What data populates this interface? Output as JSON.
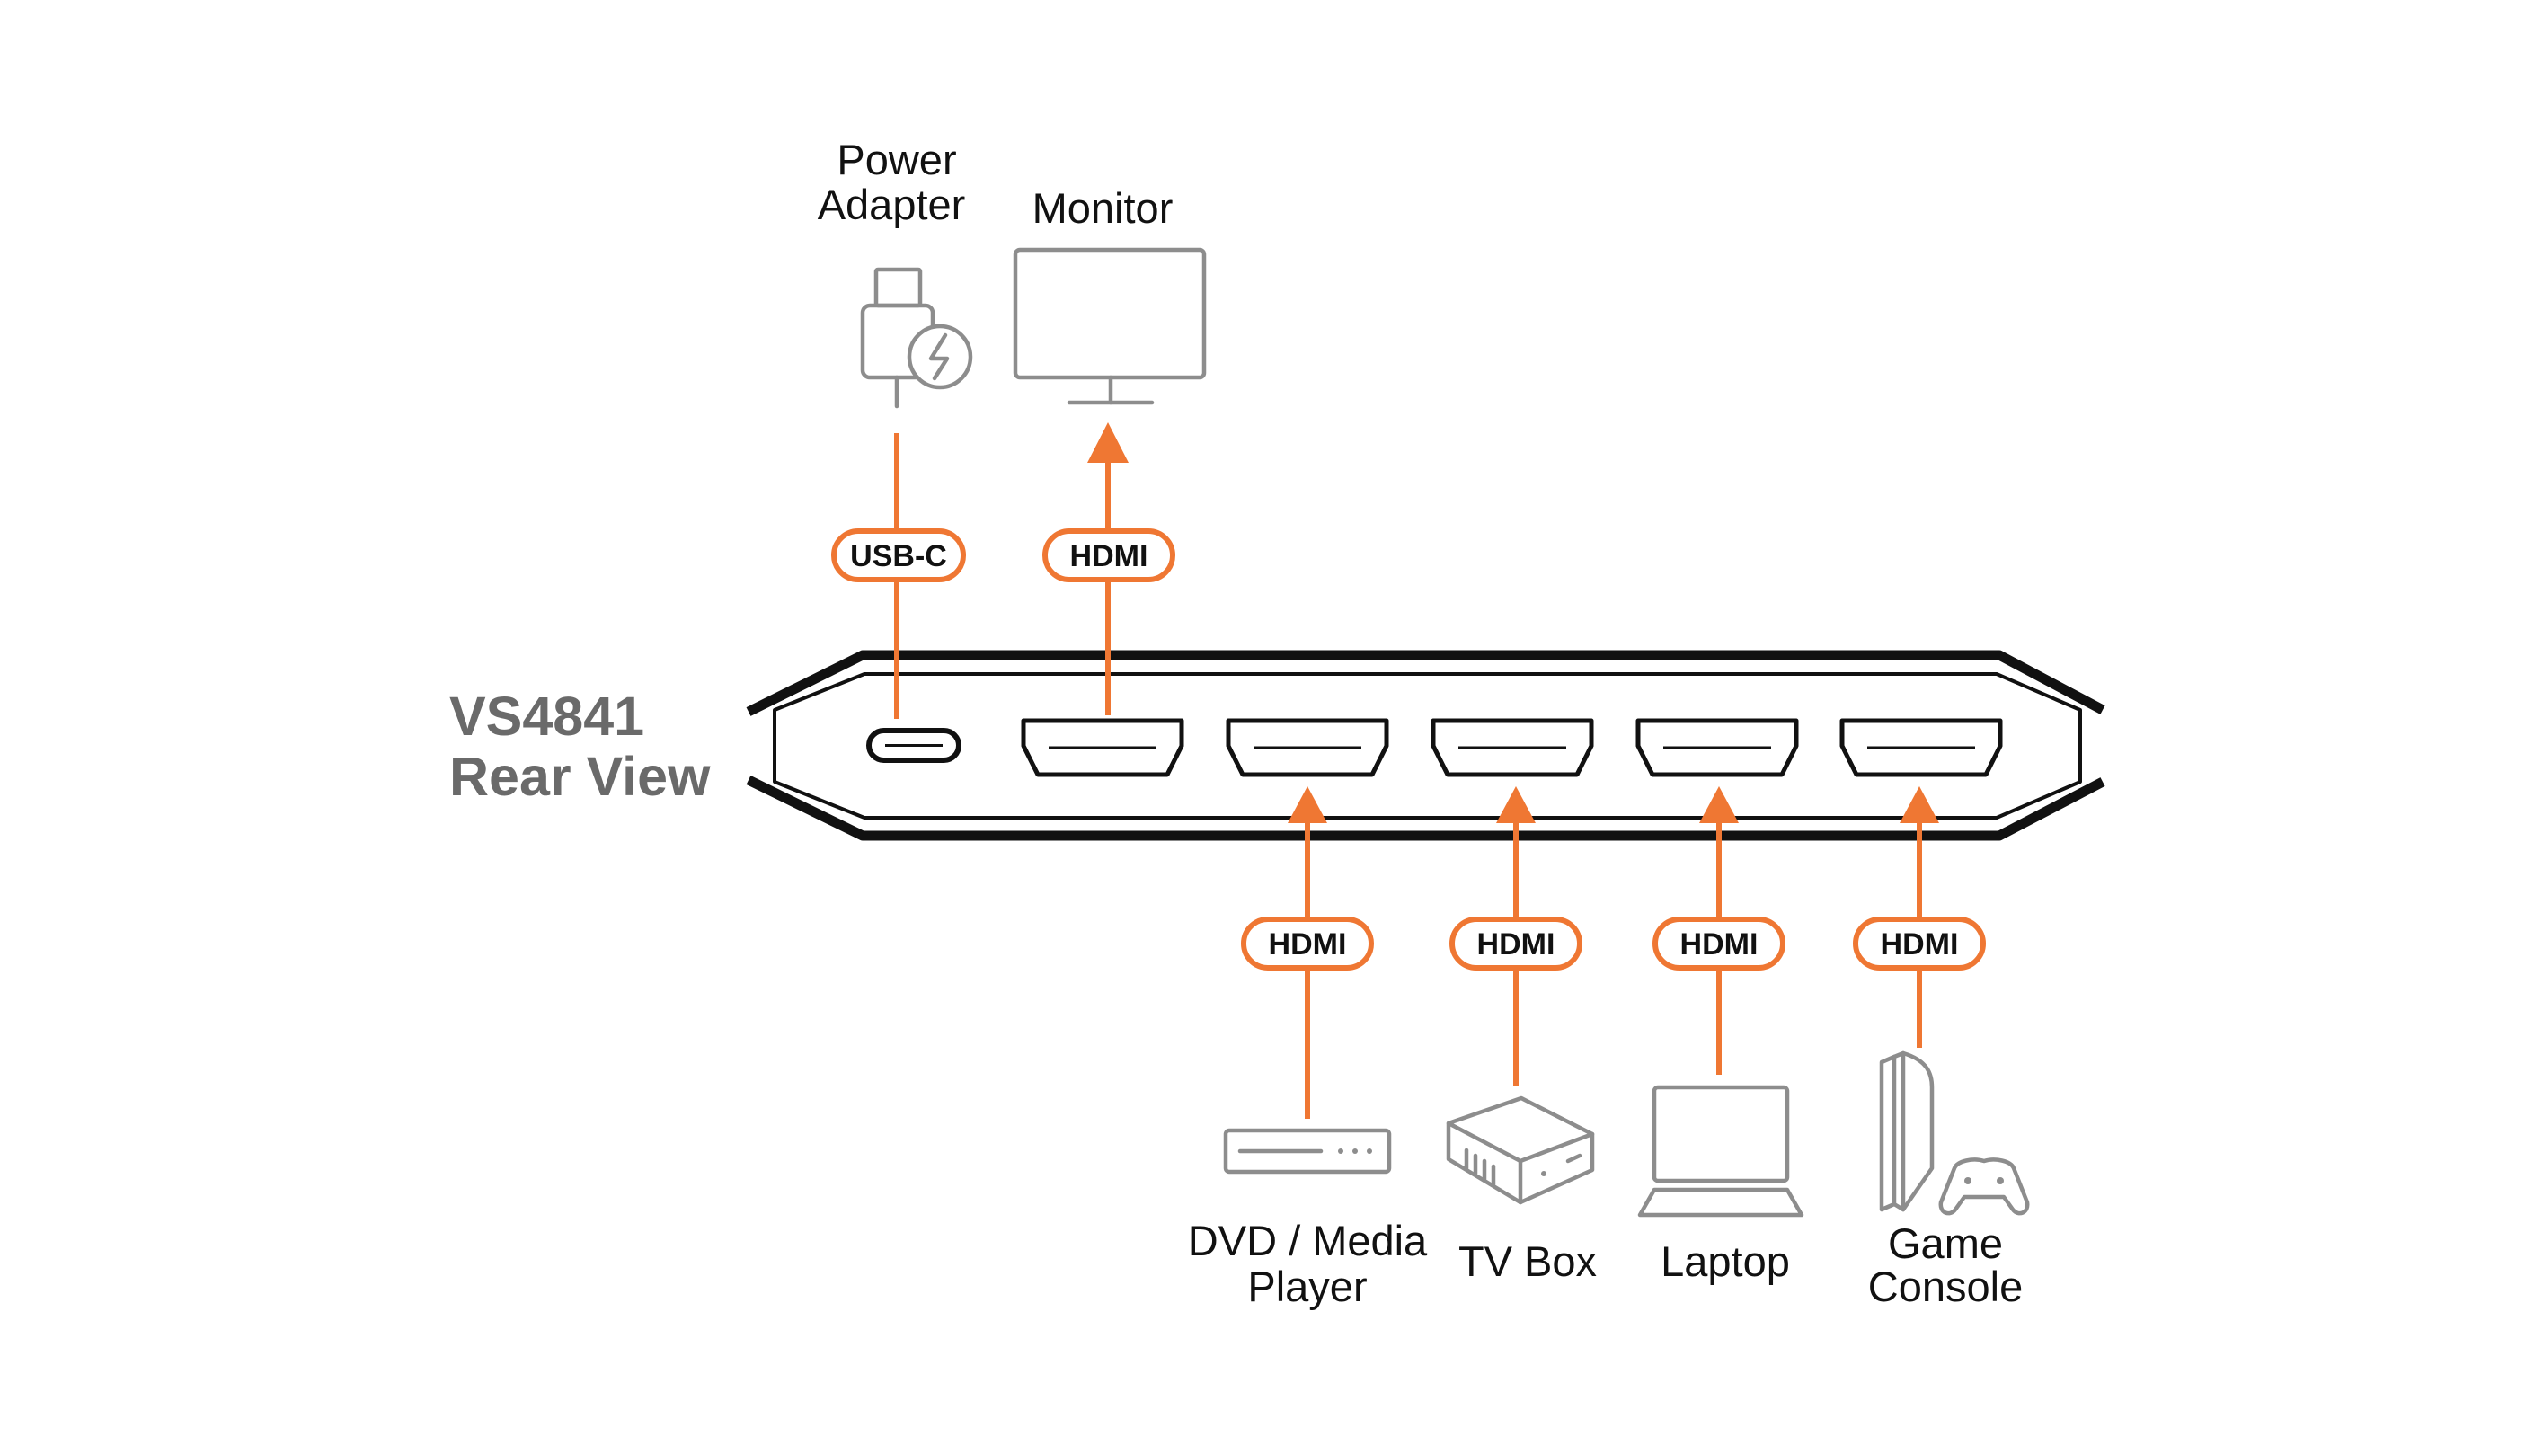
{
  "title": {
    "line1": "VS4841",
    "line2": "Rear View"
  },
  "colors": {
    "accent": "#ef7733",
    "device_outline": "#111111",
    "icon_gray": "#8d8d8d",
    "title_gray": "#6a6a6a"
  },
  "top_devices": {
    "power": {
      "label_line1": "Power",
      "label_line2": "Adapter",
      "icon": "power-adapter-icon",
      "cable": "USB-C",
      "direction": "into-hub"
    },
    "monitor": {
      "label": "Monitor",
      "icon": "monitor-icon",
      "cable": "HDMI",
      "direction": "from-hub"
    }
  },
  "bottom_devices": [
    {
      "label_line1": "DVD / Media",
      "label_line2": "Player",
      "icon": "media-player-icon",
      "cable": "HDMI",
      "direction": "into-hub"
    },
    {
      "label_line1": "TV Box",
      "label_line2": "",
      "icon": "tv-box-icon",
      "cable": "HDMI",
      "direction": "into-hub"
    },
    {
      "label_line1": "Laptop",
      "label_line2": "",
      "icon": "laptop-icon",
      "cable": "HDMI",
      "direction": "into-hub"
    },
    {
      "label_line1": "Game",
      "label_line2": "Console",
      "icon": "game-console-icon",
      "cable": "HDMI",
      "direction": "into-hub"
    }
  ],
  "hub_ports": [
    "USB-C",
    "HDMI",
    "HDMI",
    "HDMI",
    "HDMI",
    "HDMI"
  ]
}
